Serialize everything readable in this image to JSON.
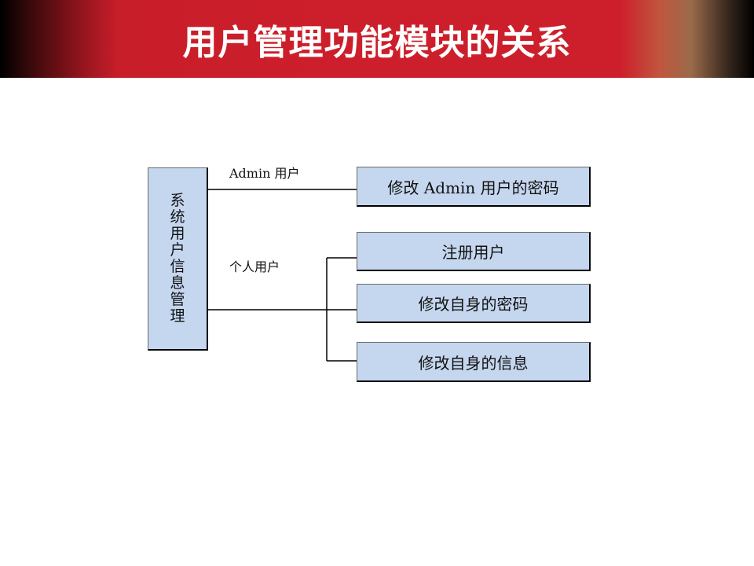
{
  "slide": {
    "title": "用户管理功能模块的关系"
  },
  "diagram": {
    "root": {
      "label": "系统用户信息管理"
    },
    "edge_labels": {
      "admin": "Admin 用户",
      "personal": "个人用户"
    },
    "nodes": {
      "admin_change_password": "修改 Admin 用户的密码",
      "register_user": "注册用户",
      "change_own_password": "修改自身的密码",
      "change_own_info": "修改自身的信息"
    }
  },
  "colors": {
    "title_bar": "#cd1f2b",
    "box_fill": "#c5d7ef",
    "title_text": "#ffffff"
  }
}
